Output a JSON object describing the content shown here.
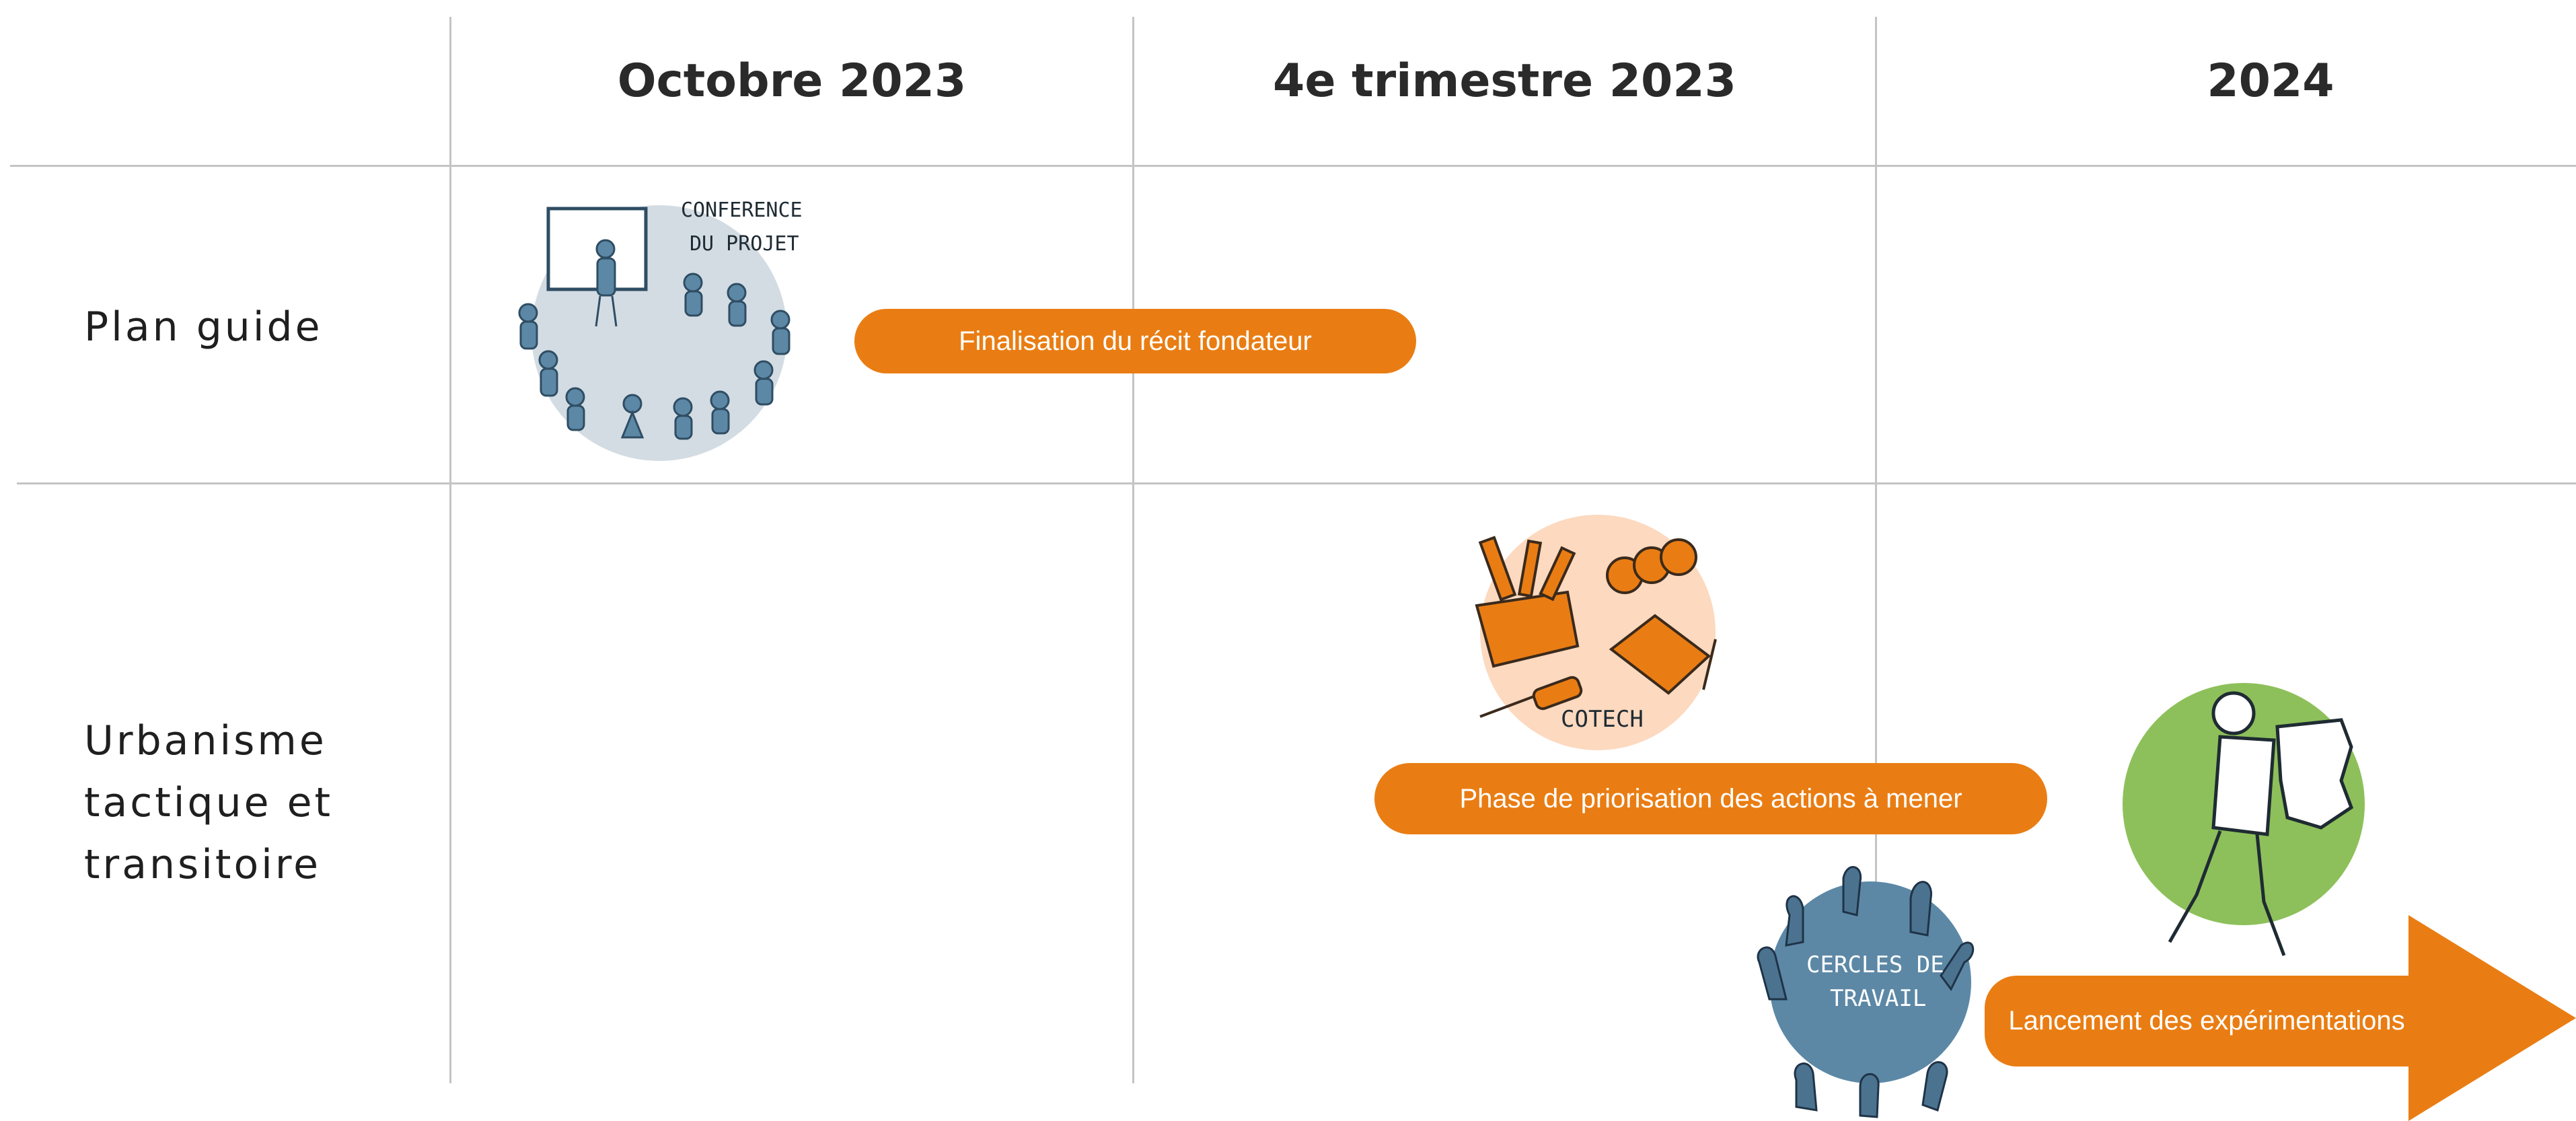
{
  "columns": [
    "Octobre 2023",
    "4e trimestre 2023",
    "2024"
  ],
  "rows": [
    {
      "label_lines": [
        "Plan guide"
      ]
    },
    {
      "label_lines": [
        "Urbanisme",
        "tactique et",
        "transitoire"
      ]
    }
  ],
  "bars": {
    "recit": "Finalisation du récit fondateur",
    "priorisation": "Phase de priorisation des actions à mener",
    "lancement": "Lancement des expérimentations"
  },
  "illustrations": {
    "conference": {
      "line1": "CONFERENCE",
      "line2": "DU PROJET"
    },
    "cotech": {
      "label": "COTECH"
    },
    "cercles": {
      "line1": "CERCLES DE",
      "line2": "TRAVAIL"
    },
    "puzzle_person": {
      "icon": "puzzle-person-icon"
    }
  },
  "colors": {
    "orange": "#e97d13",
    "blue_grey": "#d3dce3",
    "ink_blue": "#4b7390",
    "peach": "#fcd9bf",
    "green": "#8dc05a",
    "steel_blue": "#5c88a6",
    "grid": "#c4c4c4"
  }
}
